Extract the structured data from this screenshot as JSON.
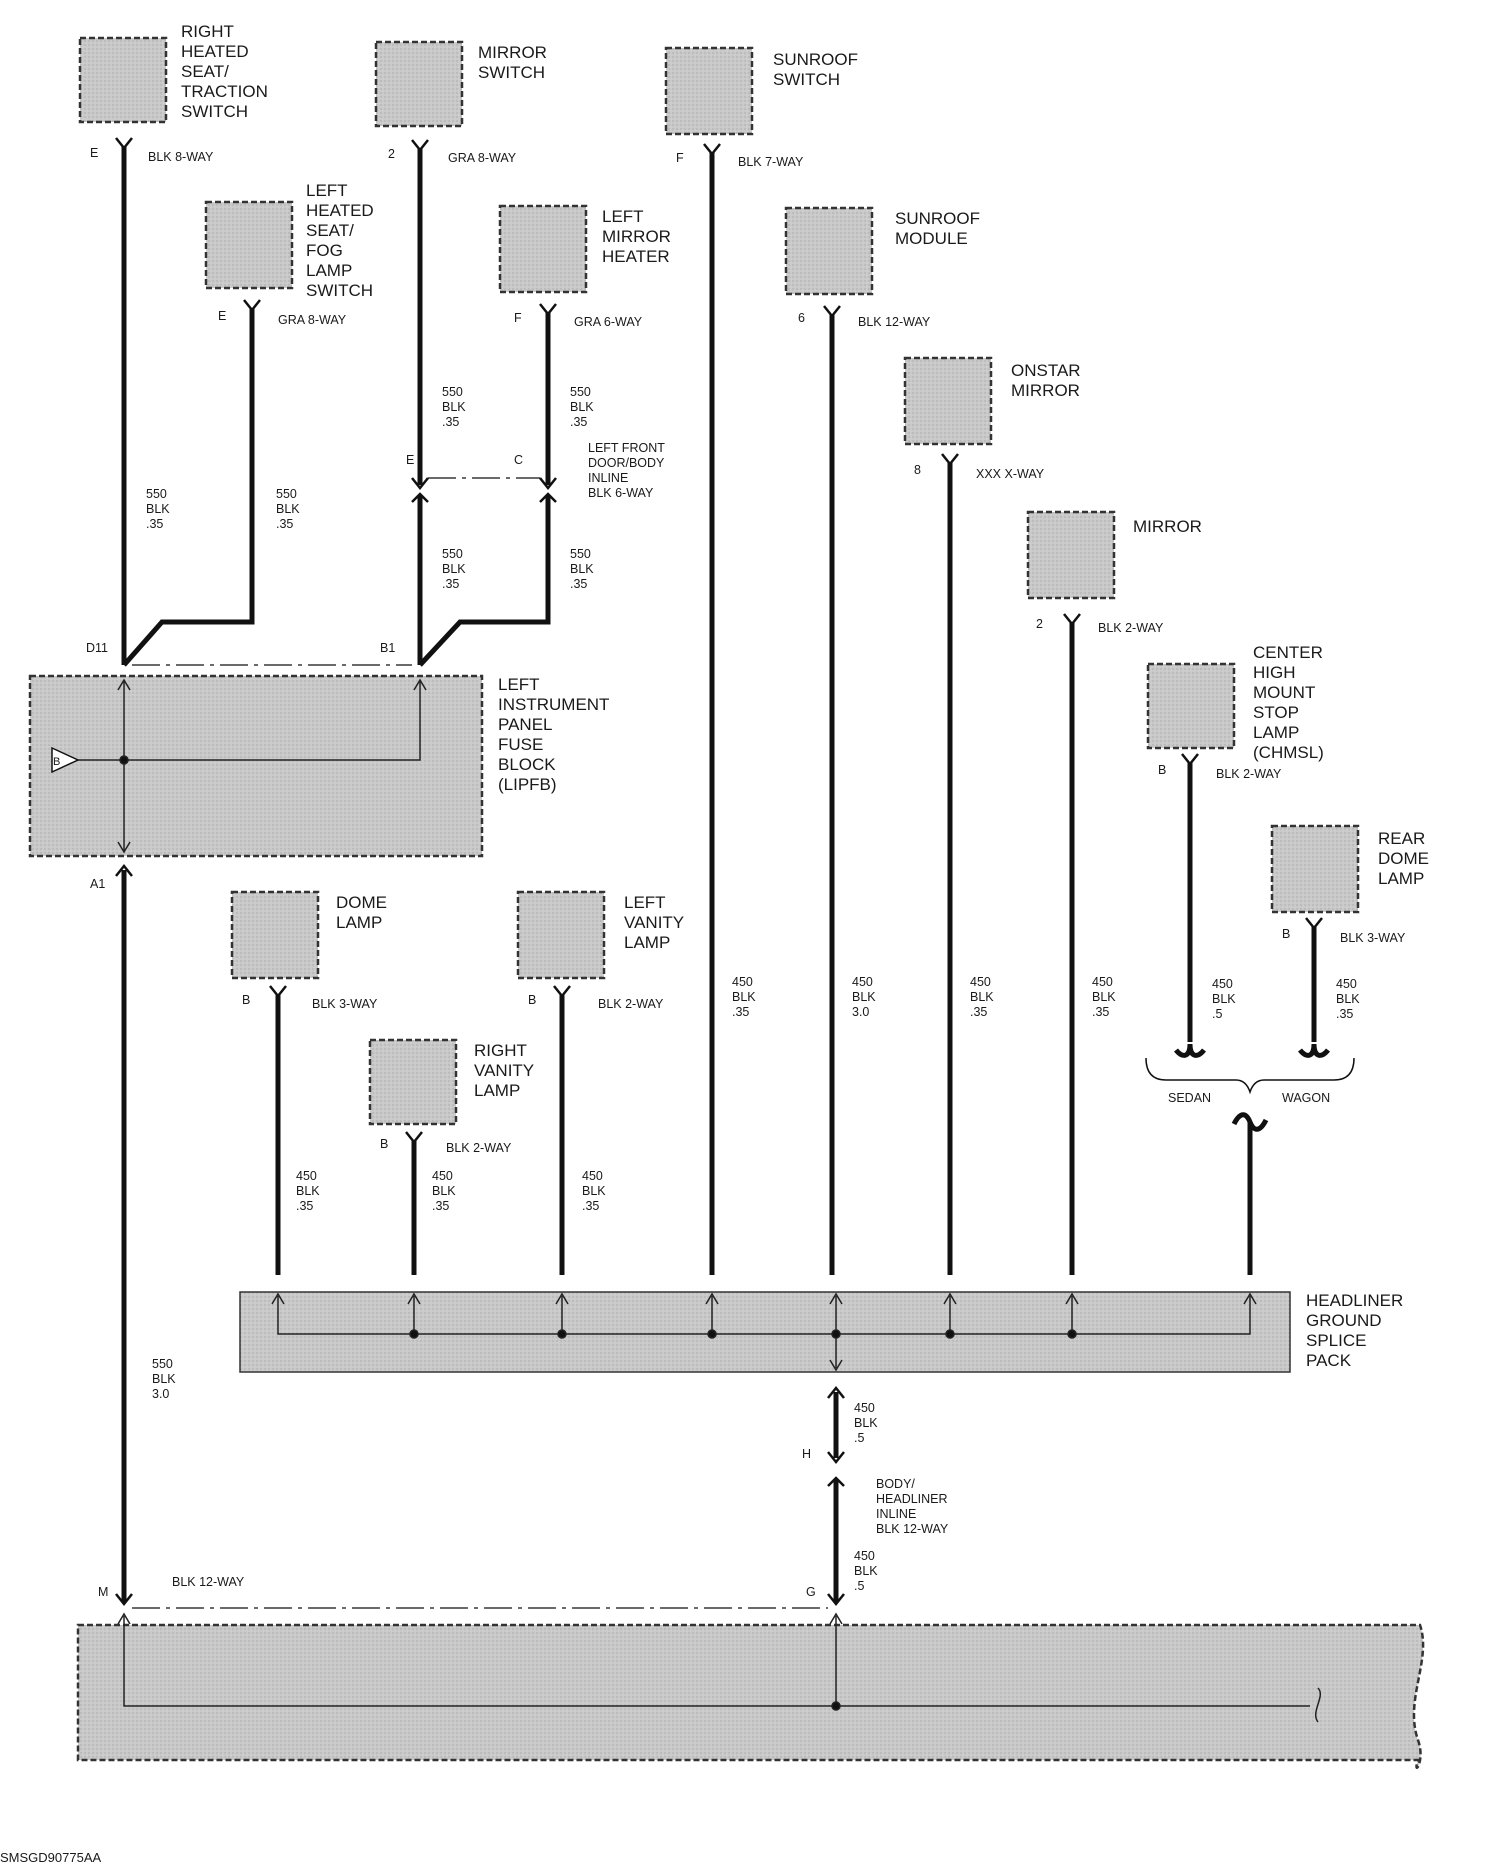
{
  "components": {
    "right_heated_seat_switch": [
      "RIGHT",
      "HEATED",
      "SEAT/",
      "TRACTION",
      "SWITCH"
    ],
    "mirror_switch": [
      "MIRROR",
      "SWITCH"
    ],
    "sunroof_switch": [
      "SUNROOF",
      "SWITCH"
    ],
    "left_heated_seat_switch": [
      "LEFT",
      "HEATED",
      "SEAT/",
      "FOG",
      "LAMP",
      "SWITCH"
    ],
    "left_mirror_heater": [
      "LEFT",
      "MIRROR",
      "HEATER"
    ],
    "sunroof_module": [
      "SUNROOF",
      "MODULE"
    ],
    "onstar_mirror": [
      "ONSTAR",
      "MIRROR"
    ],
    "mirror": [
      "MIRROR"
    ],
    "chmsl": [
      "CENTER",
      "HIGH",
      "MOUNT",
      "STOP",
      "LAMP",
      "(CHMSL)"
    ],
    "rear_dome_lamp": [
      "REAR",
      "DOME",
      "LAMP"
    ],
    "lipfb": [
      "LEFT",
      "INSTRUMENT",
      "PANEL",
      "FUSE",
      "BLOCK",
      "(LIPFB)"
    ],
    "dome_lamp": [
      "DOME",
      "LAMP"
    ],
    "left_vanity_lamp": [
      "LEFT",
      "VANITY",
      "LAMP"
    ],
    "right_vanity_lamp": [
      "RIGHT",
      "VANITY",
      "LAMP"
    ],
    "headliner_ground_splice_pack": [
      "HEADLINER",
      "GROUND",
      "SPLICE",
      "PACK"
    ]
  },
  "connectors": {
    "right_heated_seat": {
      "pin": "E",
      "label": "BLK 8-WAY"
    },
    "mirror_switch": {
      "pin": "2",
      "label": "GRA 8-WAY"
    },
    "sunroof_switch": {
      "pin": "F",
      "label": "BLK 7-WAY"
    },
    "left_heated_seat": {
      "pin": "E",
      "label": "GRA 8-WAY"
    },
    "left_mirror_heater": {
      "pin": "F",
      "label": "GRA 6-WAY"
    },
    "sunroof_module": {
      "pin": "6",
      "label": "BLK 12-WAY"
    },
    "onstar_mirror": {
      "pin": "8",
      "label": "XXX X-WAY"
    },
    "mirror": {
      "pin": "2",
      "label": "BLK 2-WAY"
    },
    "chmsl": {
      "pin": "B",
      "label": "BLK 2-WAY"
    },
    "rear_dome_lamp": {
      "pin": "B",
      "label": "BLK 3-WAY"
    },
    "dome_lamp": {
      "pin": "B",
      "label": "BLK 3-WAY"
    },
    "left_vanity_lamp": {
      "pin": "B",
      "label": "BLK 2-WAY"
    },
    "right_vanity_lamp": {
      "pin": "B",
      "label": "BLK 2-WAY"
    },
    "bottom_inline": {
      "pin_left": "M",
      "pin_right": "G",
      "label": "BLK 12-WAY"
    }
  },
  "inline_door": {
    "pin_left": "E",
    "pin_right": "C",
    "label": [
      "LEFT FRONT",
      "DOOR/BODY",
      "INLINE",
      "BLK 6-WAY"
    ]
  },
  "inline_headliner": {
    "pin": "H",
    "label": [
      "BODY/",
      "HEADLINER",
      "INLINE",
      "BLK 12-WAY"
    ]
  },
  "fuse_pins": {
    "left_top": "D11",
    "right_top": "B1",
    "bottom": "A1",
    "internal": "B"
  },
  "wires": {
    "w550_blk_035": [
      "550",
      "BLK",
      ".35"
    ],
    "w550_blk_30": [
      "550",
      "BLK",
      "3.0"
    ],
    "w450_blk_035": [
      "450",
      "BLK",
      ".35"
    ],
    "w450_blk_30": [
      "450",
      "BLK",
      "3.0"
    ],
    "w450_blk_05": [
      "450",
      "BLK",
      ".5"
    ]
  },
  "options": {
    "sedan": "SEDAN",
    "wagon": "WAGON"
  },
  "figure_id": "SMSGD90775AA"
}
